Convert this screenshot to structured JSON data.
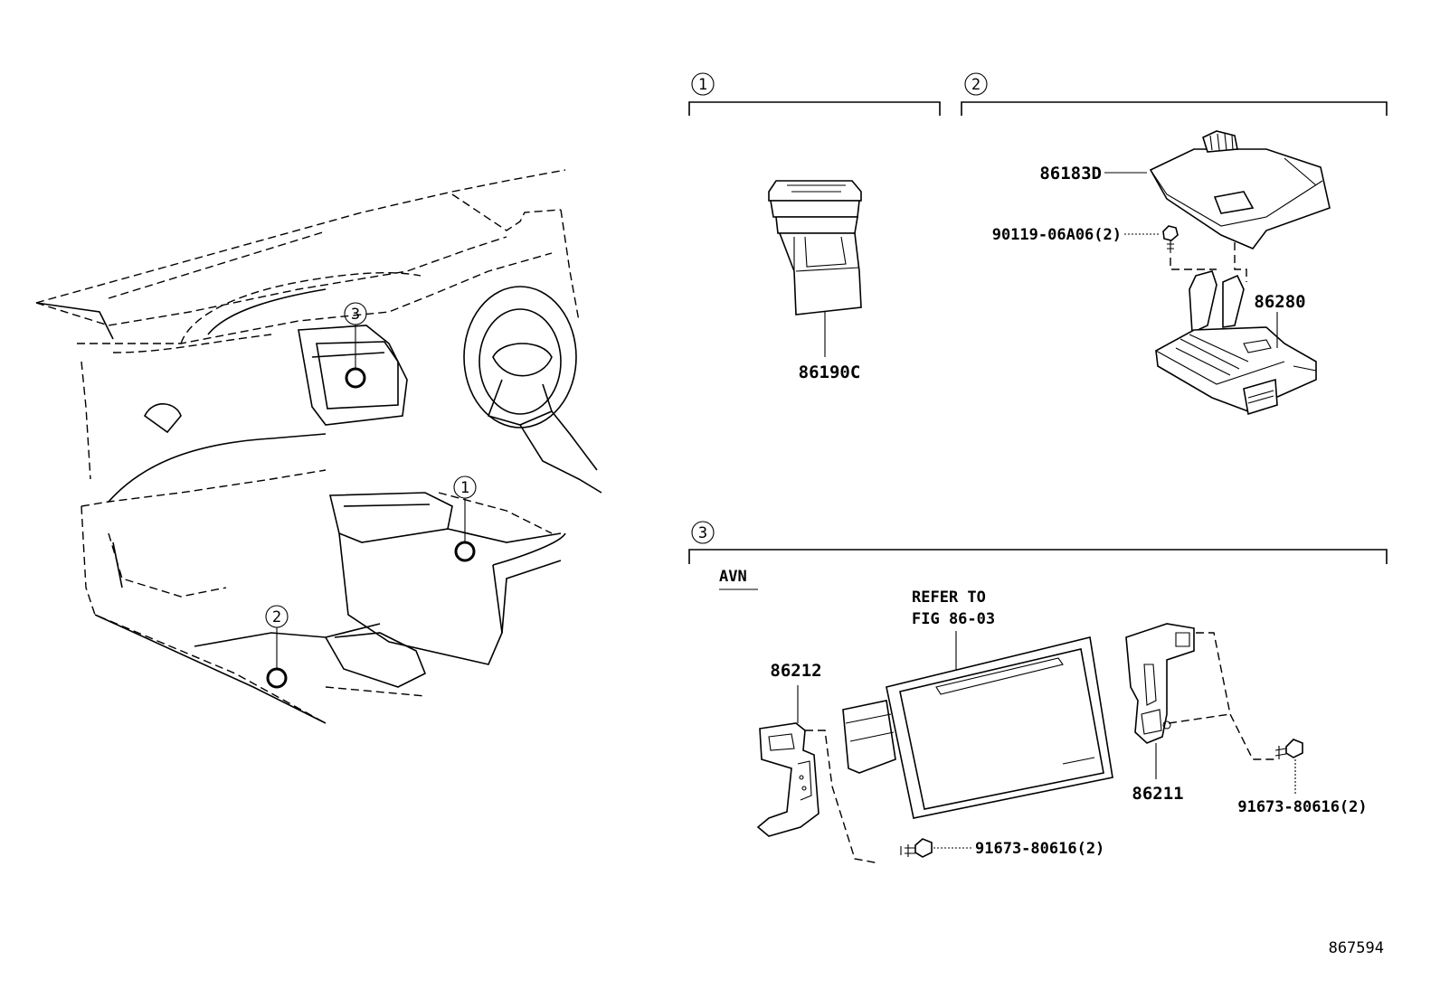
{
  "diagram": {
    "sections": [
      {
        "index": "1"
      },
      {
        "index": "2"
      },
      {
        "index": "3",
        "variant": "AVN"
      }
    ],
    "locators": [
      "3",
      "1",
      "2"
    ],
    "parts": {
      "p86190C": "86190C",
      "p86183D": "86183D",
      "p90119": "90119-06A06(2)",
      "p86280": "86280",
      "p86212": "86212",
      "p86211": "86211",
      "p91673_left": "91673-80616(2)",
      "p91673_right": "91673-80616(2)"
    },
    "refer": {
      "line1": "REFER TO",
      "line2": "FIG 86-03"
    },
    "figure_number": "867594"
  }
}
